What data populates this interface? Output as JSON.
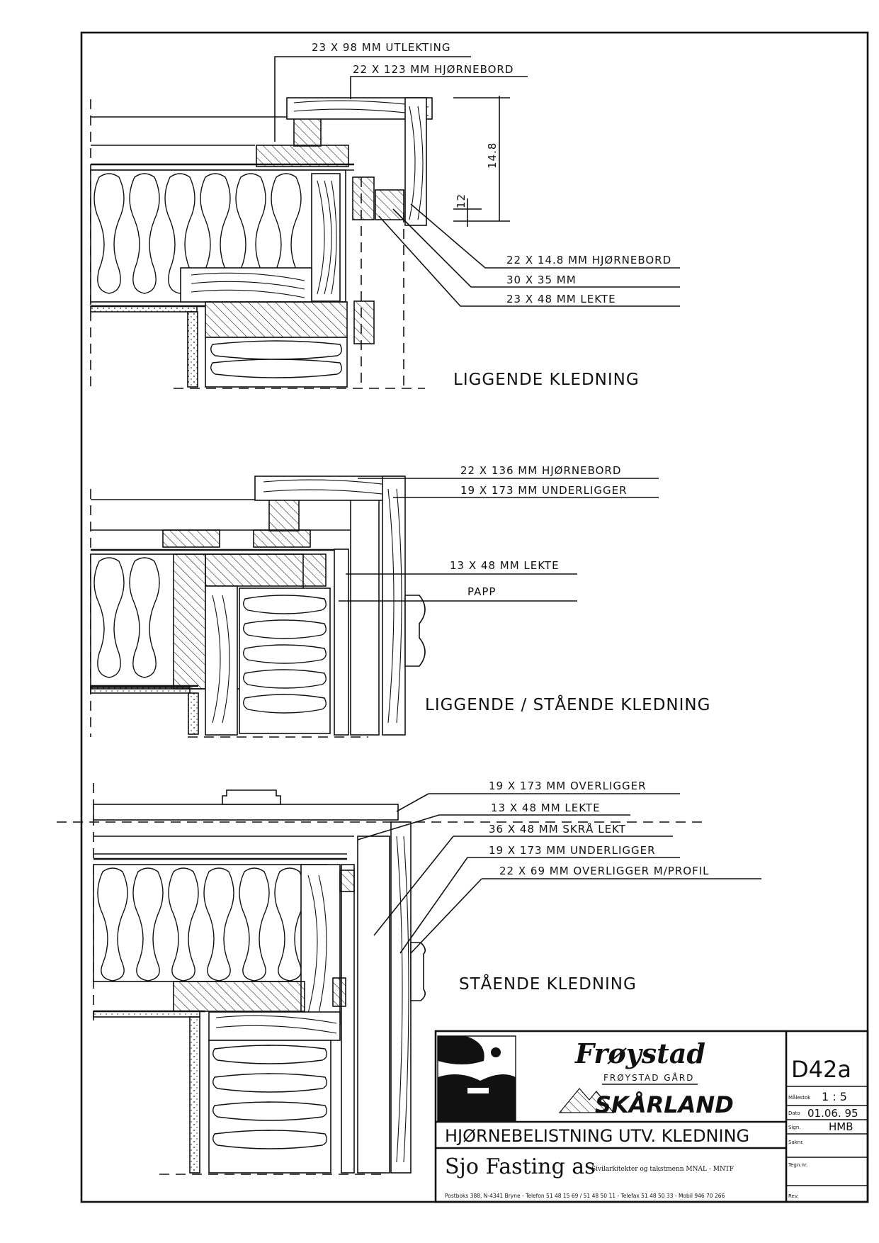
{
  "detail1": {
    "labels": [
      "23 X 98  MM  UTLEKTING",
      "22 X 123  MM  HJØRNEBORD",
      "22 X 14.8  MM  HJØRNEBORD",
      "30 X 35  MM",
      "23 X 48  MM  LEKTE"
    ],
    "dims": [
      "14.8",
      "12"
    ],
    "title": "LIGGENDE  KLEDNING"
  },
  "detail2": {
    "labels": [
      "22  X  136  MM    HJØRNEBORD",
      "19 X  173  MM   UNDERLIGGER",
      "13 X 48  MM  LEKTE",
      "PAPP"
    ],
    "title": "LIGGENDE / STÅENDE  KLEDNING"
  },
  "detail3": {
    "labels": [
      "19 X  173   MM   OVERLIGGER",
      "13 X 48   MM   LEKTE",
      "36 X 48   MM   SKRÅ  LEKT",
      "19 X  173   MM   UNDERLIGGER",
      "22 X 69 MM  OVERLIGGER   M/PROFIL"
    ],
    "title": "STÅENDE  KLEDNING"
  },
  "title_block": {
    "logo_script": "Frøystad",
    "logo_sub": "FRØYSTAD GÅRD",
    "logo_brand": "SKÅRLAND",
    "drawing_title": "HJØRNEBELISTNING   UTV. KLEDNING",
    "company": "Sjo Fasting as",
    "company_sub": "Sivilarkitekter og takstmenn MNAL - MNTF",
    "address": "Postboks 388, N-4341 Bryne - Telefon 51 48 15 69 / 51 48 50 11 - Telefax 51 48 50 33 - Mobil 946 70 266",
    "drawing_no": "D42a",
    "fields": [
      {
        "label": "Målestok",
        "value": "1 : 5"
      },
      {
        "label": "Dato",
        "value": "01.06. 95"
      },
      {
        "label": "Sign.",
        "value": "HMB"
      },
      {
        "label": "Saknr.",
        "value": ""
      },
      {
        "label": "Tegn.nr.",
        "value": ""
      },
      {
        "label": "Rev.",
        "value": ""
      }
    ]
  }
}
